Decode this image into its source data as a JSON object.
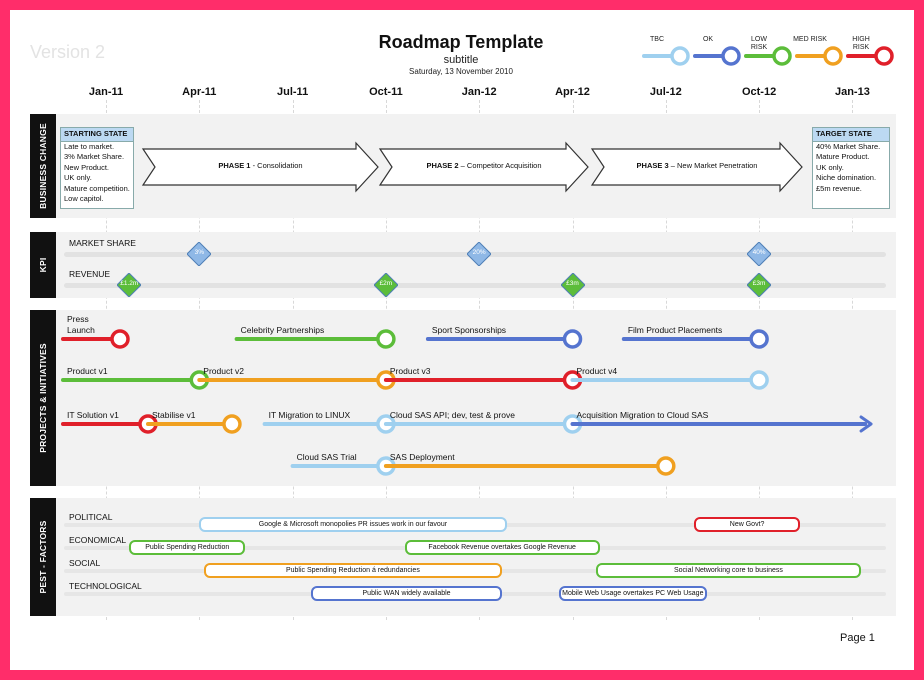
{
  "header": {
    "version": "Version 2",
    "title": "Roadmap Template",
    "subtitle": "subtitle",
    "date": "Saturday, 13 November 2010"
  },
  "legend": [
    {
      "label": "TBC",
      "color": "#9fd0ef"
    },
    {
      "label": "OK",
      "color": "#5574cf"
    },
    {
      "label": "LOW RISK",
      "color": "#5cbd3a"
    },
    {
      "label": "MED RISK",
      "color": "#f0a020"
    },
    {
      "label": "HIGH RISK",
      "color": "#e0202a"
    }
  ],
  "months": [
    "Jan-11",
    "Apr-11",
    "Jul-11",
    "Oct-11",
    "Jan-12",
    "Apr-12",
    "Jul-12",
    "Oct-12",
    "Jan-13"
  ],
  "bands": {
    "business": "BUSINESS CHANGE",
    "kpi": "KPI",
    "projects": "PROJECTS & INITIATIVES",
    "pest": "PEST - FACTORS"
  },
  "business": {
    "start_state": {
      "title": "STARTING STATE",
      "lines": [
        "Late to market.",
        "3% Market Share.",
        "New Product.",
        "UK only.",
        "Mature competition.",
        "Low capitol."
      ]
    },
    "target_state": {
      "title": "TARGET STATE",
      "lines": [
        "40% Market Share.",
        "Mature Product.",
        "UK only.",
        "Niche domination.",
        "£5m revenue."
      ]
    },
    "phases": [
      {
        "bold": "PHASE 1",
        "text": " - Consolidation"
      },
      {
        "bold": "PHASE 2",
        "text": " – Competitor Acquisition"
      },
      {
        "bold": "PHASE 3",
        "text": " – New Market Penetration"
      }
    ]
  },
  "kpi": {
    "rows": [
      {
        "label": "MARKET SHARE",
        "markers": [
          {
            "month": 1,
            "value": "3%",
            "color": "#8fb8e6"
          },
          {
            "month": 4,
            "value": "20%",
            "color": "#8fb8e6"
          },
          {
            "month": 7,
            "value": "40%",
            "color": "#8fb8e6"
          }
        ]
      },
      {
        "label": "REVENUE",
        "markers": [
          {
            "month": 0.25,
            "value": "£1.2m",
            "color": "#5cbd3a"
          },
          {
            "month": 3,
            "value": "£2m",
            "color": "#5cbd3a"
          },
          {
            "month": 5,
            "value": "£3m",
            "color": "#5cbd3a"
          },
          {
            "month": 7,
            "value": "£3m",
            "color": "#5cbd3a"
          }
        ]
      }
    ]
  },
  "projects": [
    {
      "label": "Press\nLaunch",
      "color": "#e0202a",
      "start": -0.6,
      "end": 0.15,
      "row": 0
    },
    {
      "label": "Celebrity Partnerships",
      "color": "#5cbd3a",
      "start": 1.4,
      "end": 3.0,
      "row": 0
    },
    {
      "label": "Sport Sponsorships",
      "color": "#5574cf",
      "start": 3.45,
      "end": 5.0,
      "row": 0
    },
    {
      "label": "Film Product Placements",
      "color": "#5574cf",
      "start": 5.55,
      "end": 7.0,
      "row": 0
    },
    {
      "label": "Product v1",
      "color": "#5cbd3a",
      "start": -0.55,
      "end": 1.0,
      "row": 1
    },
    {
      "label": "Product v2",
      "color": "#f0a020",
      "start": 1.0,
      "end": 3.0,
      "row": 1
    },
    {
      "label": "Product v3",
      "color": "#e0202a",
      "start": 3.0,
      "end": 5.0,
      "row": 1
    },
    {
      "label": "Product v4",
      "color": "#9fd0ef",
      "start": 5.0,
      "end": 7.0,
      "row": 1
    },
    {
      "label": "IT Solution v1",
      "color": "#e0202a",
      "start": -0.55,
      "end": 0.45,
      "row": 2
    },
    {
      "label": "Stabilise v1",
      "color": "#f0a020",
      "start": 0.45,
      "end": 1.35,
      "row": 2
    },
    {
      "label": "IT Migration to LINUX",
      "color": "#9fd0ef",
      "start": 1.7,
      "end": 3.0,
      "row": 2
    },
    {
      "label": "Cloud SAS API; dev, test & prove",
      "color": "#9fd0ef",
      "start": 3.0,
      "end": 5.0,
      "row": 2
    },
    {
      "label": "Acquisition Migration to Cloud SAS",
      "color": "#5574cf",
      "start": 5.0,
      "end": 8.2,
      "row": 2,
      "arrow": true
    },
    {
      "label": "Cloud SAS Trial",
      "color": "#9fd0ef",
      "start": 2.0,
      "end": 3.0,
      "row": 3
    },
    {
      "label": "SAS Deployment",
      "color": "#f0a020",
      "start": 3.0,
      "end": 6.0,
      "row": 3
    }
  ],
  "pest": {
    "rows": [
      "POLITICAL",
      "ECONOMICAL",
      "SOCIAL",
      "TECHNOLOGICAL"
    ],
    "pills": [
      {
        "text": "Google & Microsoft monopolies PR issues work in our favour",
        "color": "#9fd0ef",
        "row": 0,
        "start": 1.0,
        "end": 4.25
      },
      {
        "text": "New Govt?",
        "color": "#e0202a",
        "row": 0,
        "start": 6.3,
        "end": 7.4
      },
      {
        "text": "Public Spending Reduction",
        "color": "#5cbd3a",
        "row": 1,
        "start": 0.25,
        "end": 1.45
      },
      {
        "text": "Facebook Revenue overtakes Google Revenue",
        "color": "#5cbd3a",
        "row": 1,
        "start": 3.2,
        "end": 5.25
      },
      {
        "text": "Public Spending Reduction á redundancies",
        "color": "#f0a020",
        "row": 2,
        "start": 1.05,
        "end": 4.2
      },
      {
        "text": "Social Networking core to business",
        "color": "#5cbd3a",
        "row": 2,
        "start": 5.25,
        "end": 8.05
      },
      {
        "text": "Public WAN widely available",
        "color": "#5574cf",
        "row": 3,
        "start": 2.2,
        "end": 4.2
      },
      {
        "text": "Mobile Web Usage overtakes PC Web Usage",
        "color": "#5574cf",
        "row": 3,
        "start": 4.85,
        "end": 6.4
      }
    ]
  },
  "footer": {
    "page": "Page 1"
  }
}
